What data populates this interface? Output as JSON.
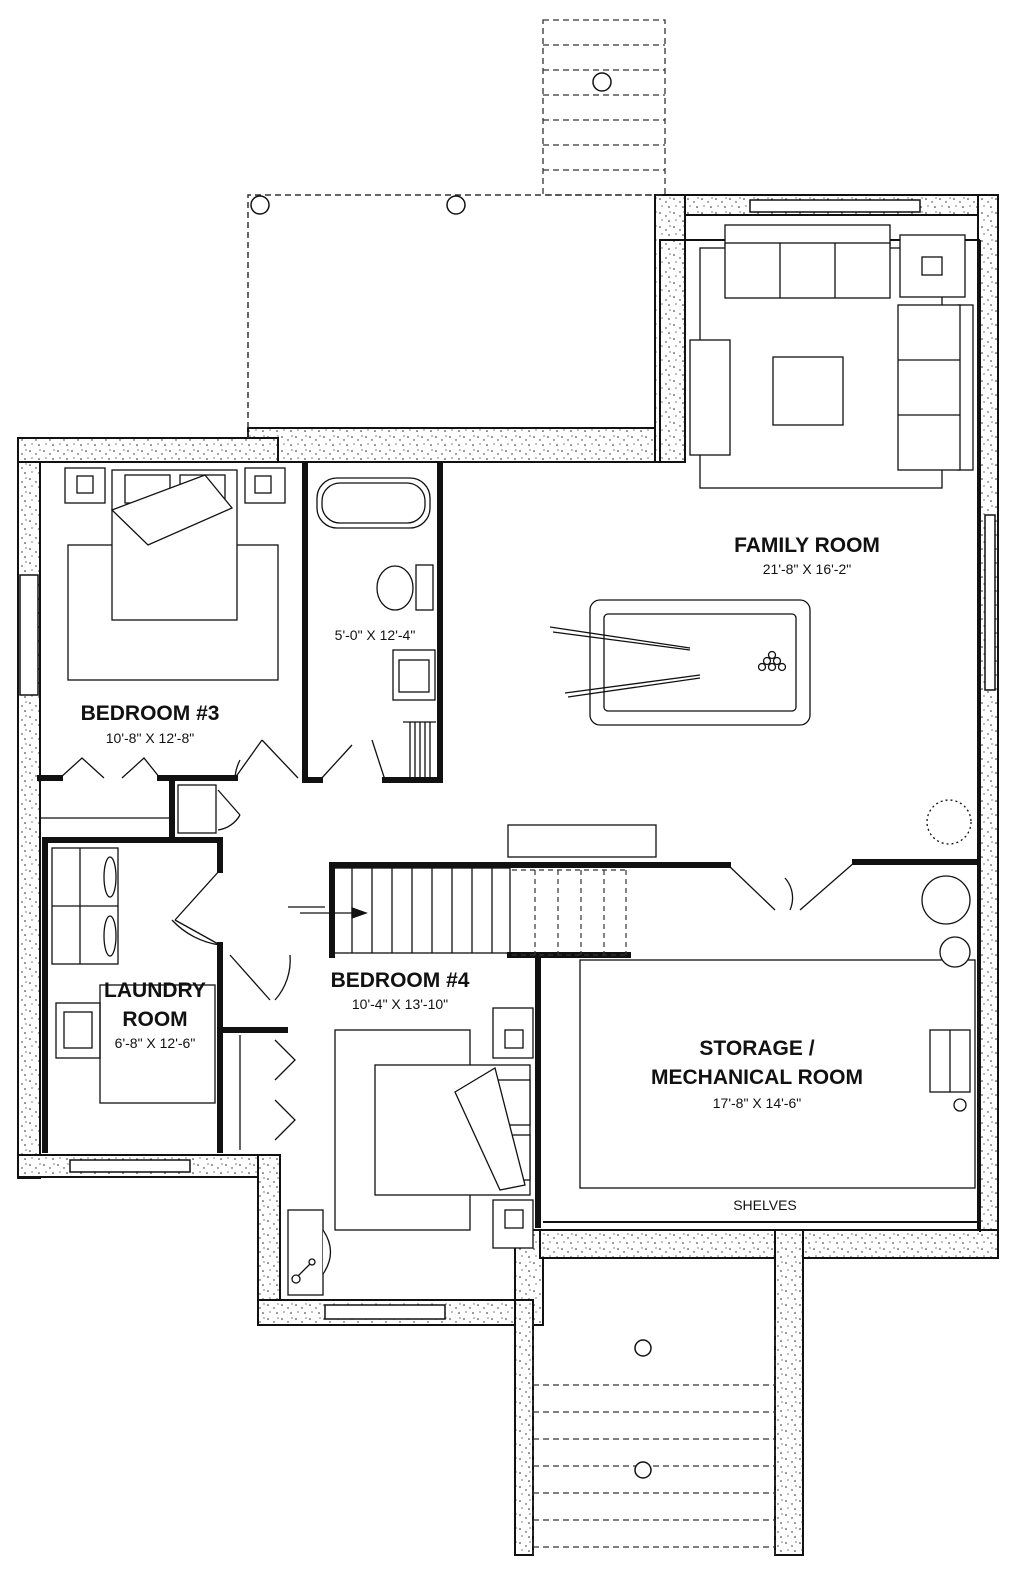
{
  "rooms": {
    "family": {
      "name": "FAMILY ROOM",
      "dimensions": "21'-8\" X 16'-2\""
    },
    "bedroom3": {
      "name": "BEDROOM #3",
      "dimensions": "10'-8\" X 12'-8\""
    },
    "bathroom": {
      "dimensions": "5'-0\" X 12'-4\""
    },
    "laundry": {
      "name_line1": "LAUNDRY",
      "name_line2": "ROOM",
      "dimensions": "6'-8\" X 12'-6\""
    },
    "bedroom4": {
      "name": "BEDROOM #4",
      "dimensions": "10'-4\" X 13'-10\""
    },
    "storage": {
      "name_line1": "STORAGE /",
      "name_line2": "MECHANICAL ROOM",
      "dimensions": "17'-8\" X 14'-6\""
    }
  },
  "labels": {
    "shelves": "SHELVES"
  },
  "colors": {
    "wall": "#111111",
    "line": "#1a1a1a",
    "dashed": "#333333",
    "fill": "#ffffff"
  }
}
